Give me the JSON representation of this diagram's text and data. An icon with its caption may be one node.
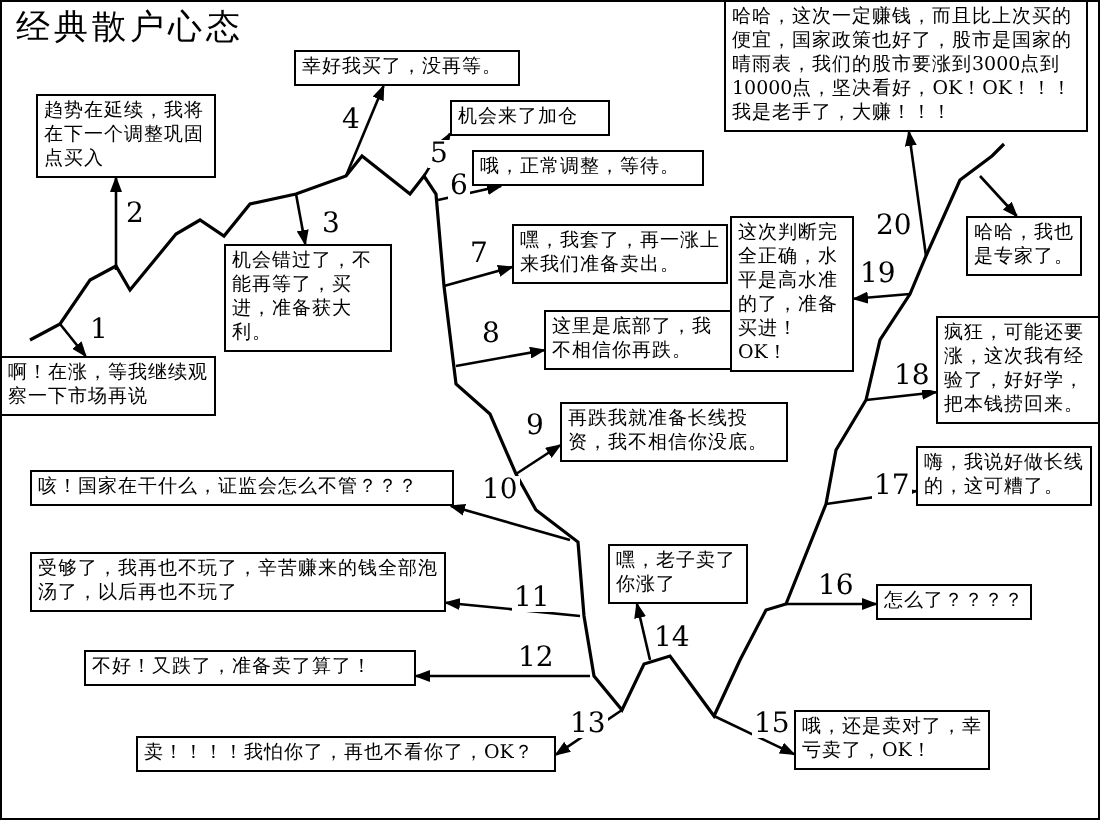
{
  "diagram": {
    "title": "经典散户心态",
    "nodes": [
      {
        "text": [
          "啊！在涨，等我继续观察一下市场再说"
        ]
      },
      {
        "text": [
          "趋势在延续，我将在下一个调整巩固点买入"
        ]
      },
      {
        "text": [
          "机会错过了，不能再等了，买进，准备获大利。"
        ]
      },
      {
        "text": [
          "幸好我买了，没再等。"
        ]
      },
      {
        "text": [
          "机会来了加仓"
        ]
      },
      {
        "text": [
          "哦，正常调整，等待。"
        ]
      },
      {
        "text": [
          "嘿，我套了，再一涨上来我们准备卖出。"
        ]
      },
      {
        "text": [
          "这里是底部了，我不相信你再跌。"
        ]
      },
      {
        "text": [
          "再跌我就准备长线投资，我不相信你没底。"
        ]
      },
      {
        "text": [
          "咳！国家在干什么，证监会怎么不管？？？"
        ]
      },
      {
        "text": [
          "受够了，我再也不玩了，辛苦赚来的钱全部泡汤了，以后再也不玩了"
        ]
      },
      {
        "text": [
          "不好！又跌了，准备卖了算了！"
        ]
      },
      {
        "text": [
          "卖！！！！我怕你了，再也不看你了，OK？"
        ]
      },
      {
        "text": [
          "嘿，老子卖了你涨了"
        ]
      },
      {
        "text": [
          "哦，还是卖对了，幸亏卖了，OK！"
        ]
      },
      {
        "text": [
          "怎么了？？？？"
        ]
      },
      {
        "text": [
          "嗨，我说好做长线的，这可糟了。"
        ]
      },
      {
        "text": [
          "疯狂，可能还要涨，这次我有经验了，好好学，把本钱捞回来。"
        ]
      },
      {
        "text": [
          "这次判断完全正确，水平是高水准的了，准备买进！OK！"
        ]
      },
      {
        "text": [
          "哈哈，这次一定赚钱，而且比上次买的便宜，国家政策也好了，股市是国家的晴雨表，我们的股市要涨到3000点到10000点，坚决看好，OK！OK！！！我是老手了，大赚！！！"
        ]
      },
      {
        "text": [
          "哈哈，我也是专家了。"
        ]
      }
    ],
    "edges": [
      {
        "from": null,
        "to": 0,
        "arrow": "to",
        "label": "1"
      },
      {
        "from": null,
        "to": 1,
        "arrow": "to",
        "label": "2"
      },
      {
        "from": null,
        "to": 2,
        "arrow": "to",
        "label": "3"
      },
      {
        "from": null,
        "to": 3,
        "arrow": "to",
        "label": "4"
      },
      {
        "from": null,
        "to": 4,
        "arrow": "to",
        "label": "5"
      },
      {
        "from": null,
        "to": 5,
        "arrow": "to",
        "label": "6"
      },
      {
        "from": null,
        "to": 6,
        "arrow": "to",
        "label": "7"
      },
      {
        "from": null,
        "to": 7,
        "arrow": "to",
        "label": "8"
      },
      {
        "from": null,
        "to": 8,
        "arrow": "to",
        "label": "9"
      },
      {
        "from": null,
        "to": 9,
        "arrow": "to",
        "label": "10"
      },
      {
        "from": null,
        "to": 10,
        "arrow": "to",
        "label": "11"
      },
      {
        "from": null,
        "to": 11,
        "arrow": "to",
        "label": "12"
      },
      {
        "from": null,
        "to": 12,
        "arrow": "to",
        "label": "13"
      },
      {
        "from": null,
        "to": 13,
        "arrow": "to",
        "label": "14"
      },
      {
        "from": null,
        "to": 14,
        "arrow": "to",
        "label": "15"
      },
      {
        "from": null,
        "to": 15,
        "arrow": "to",
        "label": "16"
      },
      {
        "from": null,
        "to": 16,
        "arrow": "to",
        "label": "17"
      },
      {
        "from": null,
        "to": 17,
        "arrow": "to",
        "label": "18"
      },
      {
        "from": null,
        "to": 18,
        "arrow": "to",
        "label": "19"
      },
      {
        "from": null,
        "to": 19,
        "arrow": "to",
        "label": "20"
      },
      {
        "from": null,
        "to": 20,
        "arrow": "to"
      }
    ]
  }
}
